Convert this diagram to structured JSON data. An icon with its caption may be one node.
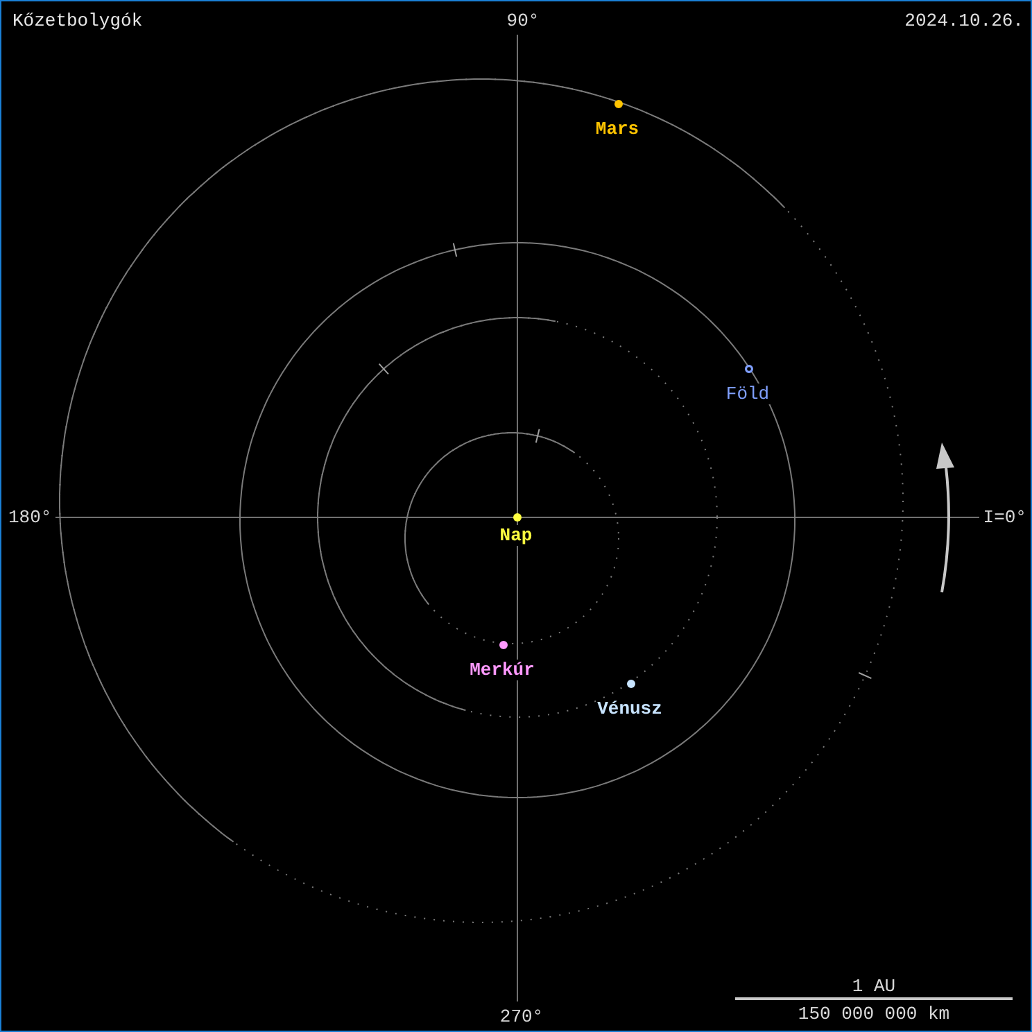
{
  "diagram": {
    "title": "Kőzetbolygók",
    "labels": [
      "90°",
      "2024.10.26.",
      "Mars",
      "Föld",
      "180°",
      "Nap",
      "I=0°",
      "Merkúr",
      "Vénusz",
      "1 AU",
      "270°",
      "150 000 000 km"
    ]
  }
}
